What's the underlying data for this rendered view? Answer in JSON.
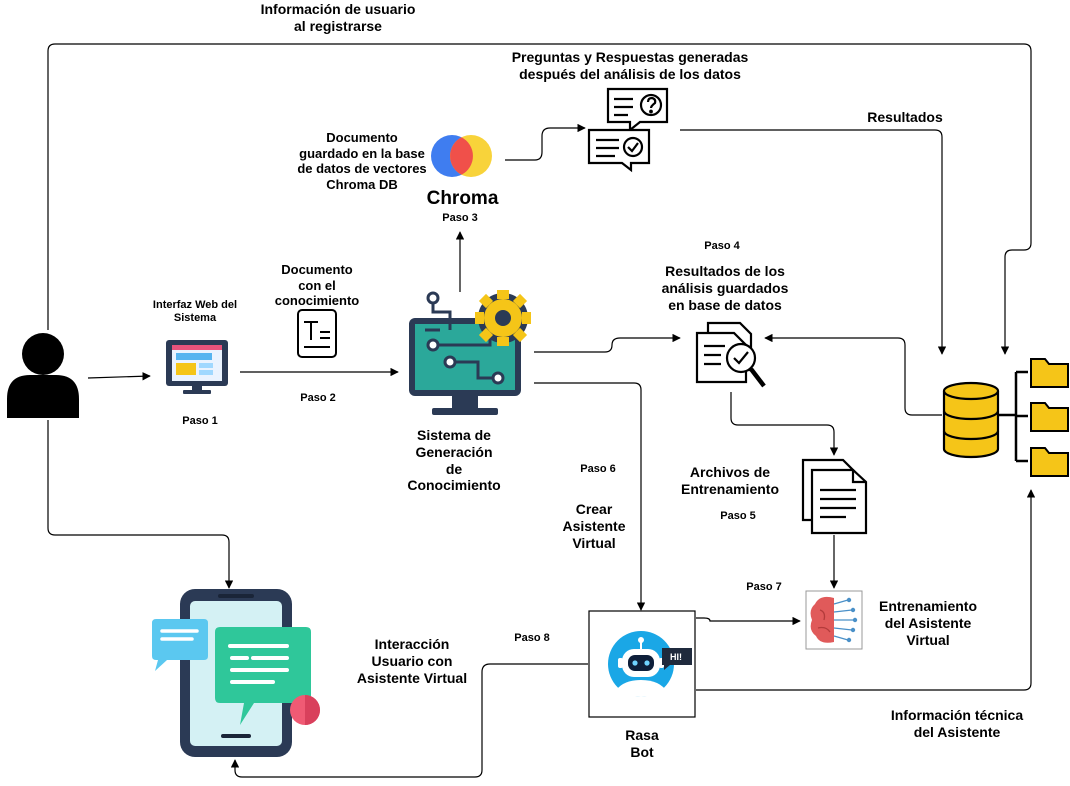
{
  "labels": {
    "registro": "Información de usuario\nal registrarse",
    "preguntas": "Preguntas y Respuestas generadas\ndespués del análisis de los datos",
    "resultados": "Resultados",
    "documento_guardado": "Documento\nguardado en la base\nde datos de vectores\nChroma DB",
    "chroma": "Chroma",
    "paso3": "Paso 3",
    "paso4": "Paso 4",
    "resultados_analisis": "Resultados de los\nanálisis guardados\nen base de datos",
    "documento_conocimiento": "Documento\ncon el\nconocimiento",
    "interfaz_web": "Interfaz Web del\nSistema",
    "paso1": "Paso 1",
    "paso2": "Paso 2",
    "sistema_generacion": "Sistema de\nGeneración\nde\nConocimiento",
    "paso6": "Paso 6",
    "crear_asistente": "Crear\nAsistente\nVirtual",
    "archivos_entrenamiento": "Archivos de\nEntrenamiento",
    "paso5": "Paso 5",
    "paso7": "Paso 7",
    "entrenamiento_asistente": "Entrenamiento\ndel Asistente\nVirtual",
    "paso8": "Paso 8",
    "interaccion": "Interacción\nUsuario con\nAsistente Virtual",
    "info_tecnica": "Información técnica\ndel Asistente",
    "rasa_bot": "Rasa\nBot",
    "hi_badge": "HI!"
  },
  "icons": [
    "user-icon",
    "web-interface-icon",
    "document-icon",
    "knowledge-system-icon",
    "chroma-logo-icon",
    "qa-chat-icon",
    "analysis-search-icon",
    "database-icon",
    "folder-tree-icon",
    "training-files-icon",
    "ai-brain-icon",
    "rasa-bot-icon",
    "mobile-chat-icon"
  ],
  "colors": {
    "teal": "#2ba89a",
    "gold": "#f5c518",
    "navy": "#2b3a55",
    "chroma_blue": "#3f7df0",
    "chroma_red": "#f0504a",
    "chroma_yellow": "#f8d33a",
    "phone_green": "#2fc79a",
    "chat_blue": "#5bc8f0",
    "brain_red": "#e05a5a",
    "bot_blue": "#1aa7e6"
  }
}
